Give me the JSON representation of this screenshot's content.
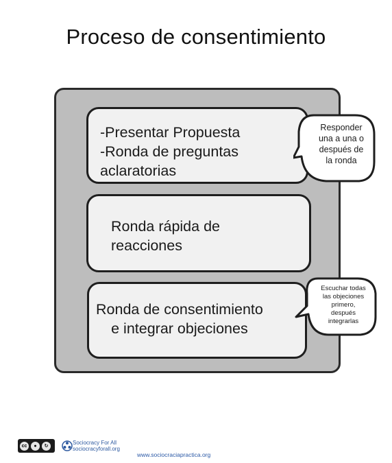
{
  "title": "Proceso de consentimiento",
  "steps": [
    {
      "lines": [
        "-Presentar Propuesta",
        "-Ronda de preguntas",
        "aclaratorias"
      ]
    },
    {
      "lines": [
        "Ronda rápida de",
        "reacciones"
      ]
    },
    {
      "lines": [
        "Ronda de consentimiento",
        "e integrar objeciones"
      ]
    }
  ],
  "bubbles": [
    {
      "lines": [
        "Responder",
        "una a una o",
        "después de",
        "la ronda"
      ]
    },
    {
      "lines": [
        "Escuchar todas",
        "las objeciones",
        "primero,",
        "después",
        "integrarlas"
      ]
    }
  ],
  "footer": {
    "license_badge": "cc",
    "org_line1": "Sociocracy For All",
    "org_line2": "sociocracyforall.org",
    "url": "www.sociocraciapractica.org"
  },
  "colors": {
    "container_fill": "#bdbdbd",
    "card_fill": "#f1f1f1",
    "outline": "#1e1e1e",
    "link": "#2b59a6"
  }
}
